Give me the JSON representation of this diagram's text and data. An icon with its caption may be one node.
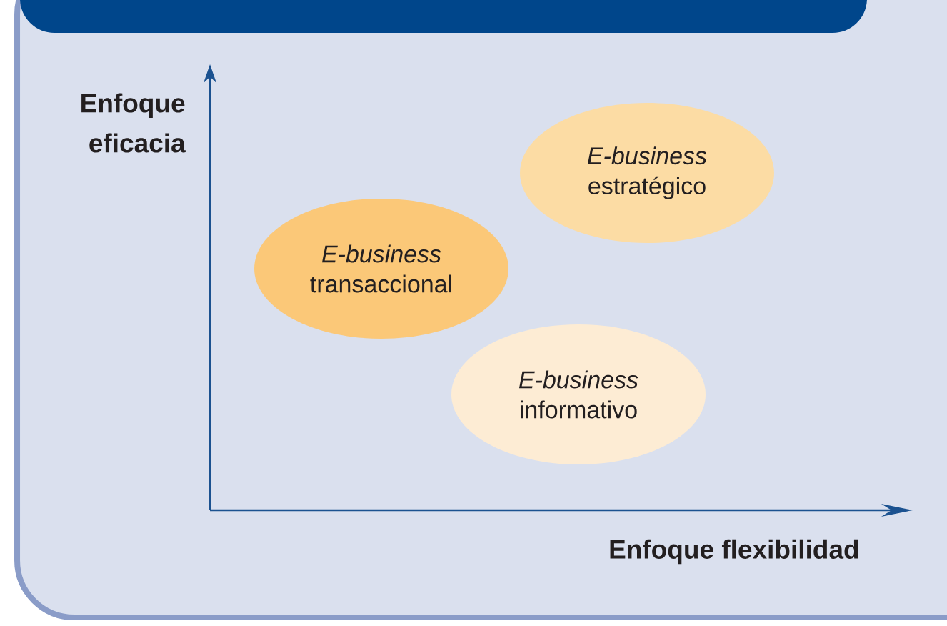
{
  "diagram": {
    "nodes": [
      {
        "text": [
          "*E-business* estratégico"
        ]
      },
      {
        "text": [
          "*E-business* transaccional"
        ]
      },
      {
        "text": [
          "*E-business* informativo"
        ]
      }
    ],
    "labels": [
      "Enfoque eficacia",
      "Enfoque flexibilidad"
    ]
  }
}
